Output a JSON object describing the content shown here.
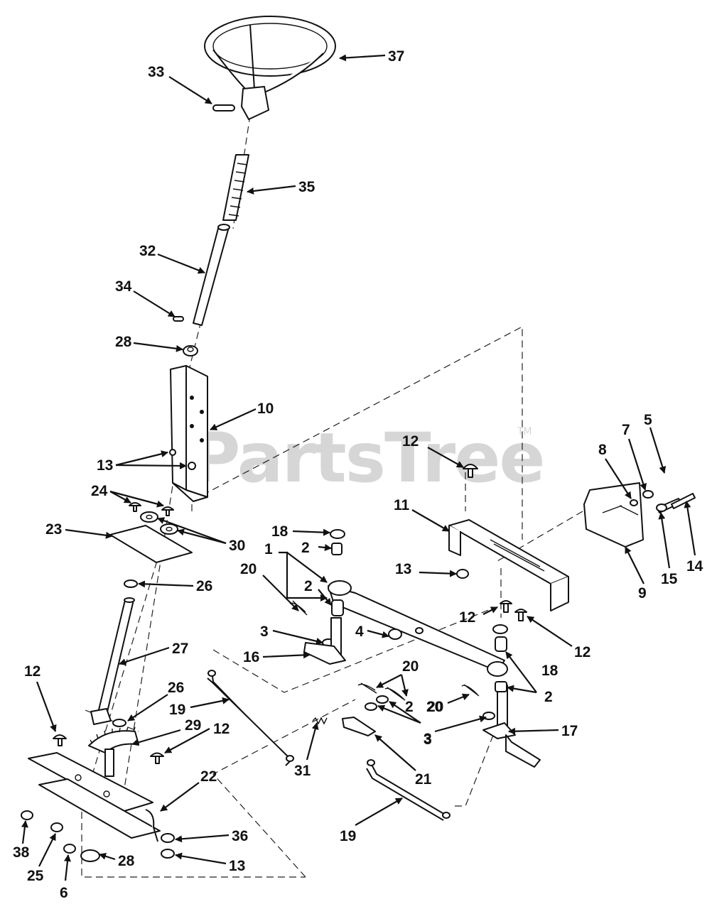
{
  "watermark": {
    "text": "PartsTree",
    "tm": "TM"
  },
  "callouts": [
    "37",
    "33",
    "35",
    "32",
    "34",
    "28",
    "10",
    "13",
    "24",
    "23",
    "30",
    "26",
    "27",
    "12",
    "26",
    "29",
    "12",
    "22",
    "38",
    "25",
    "6",
    "28",
    "36",
    "13",
    "12",
    "11",
    "13",
    "12",
    "12",
    "18",
    "2",
    "18",
    "1",
    "2",
    "20",
    "2",
    "3",
    "4",
    "16",
    "20",
    "20",
    "19",
    "31",
    "3",
    "21",
    "2",
    "20",
    "3",
    "17",
    "19",
    "8",
    "7",
    "5",
    "9",
    "15",
    "14"
  ]
}
